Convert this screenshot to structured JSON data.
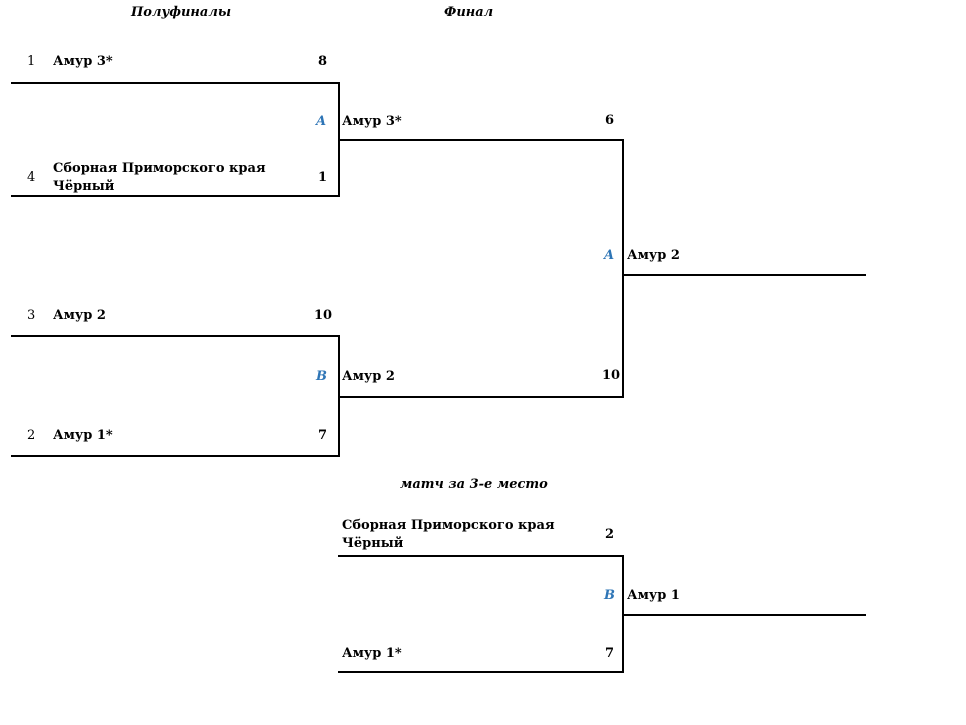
{
  "headers": {
    "semifinals": "Полуфиналы",
    "final": "Финал",
    "third_place": "матч за 3-е место"
  },
  "colors": {
    "match_label": "#2e75b6",
    "line": "#000000"
  },
  "semifinal_a": {
    "top": {
      "seed": "1",
      "name": "Амур 3*",
      "score": "8"
    },
    "bottom": {
      "seed": "4",
      "name_line1": "Сборная Приморского края",
      "name_line2": "Чёрный",
      "score": "1"
    },
    "label": "A",
    "winner": "Амур 3*"
  },
  "semifinal_b": {
    "top": {
      "seed": "3",
      "name": "Амур 2",
      "score": "10"
    },
    "bottom": {
      "seed": "2",
      "name": "Амур 1*",
      "score": "7"
    },
    "label": "B",
    "winner": "Амур 2"
  },
  "final": {
    "top_score": "6",
    "bottom_score": "10",
    "label": "A",
    "winner": "Амур 2"
  },
  "third_place": {
    "top": {
      "name_line1": "Сборная Приморского края",
      "name_line2": "Чёрный",
      "score": "2"
    },
    "bottom": {
      "name": "Амур 1*",
      "score": "7"
    },
    "label": "B",
    "winner": "Амур 1"
  }
}
